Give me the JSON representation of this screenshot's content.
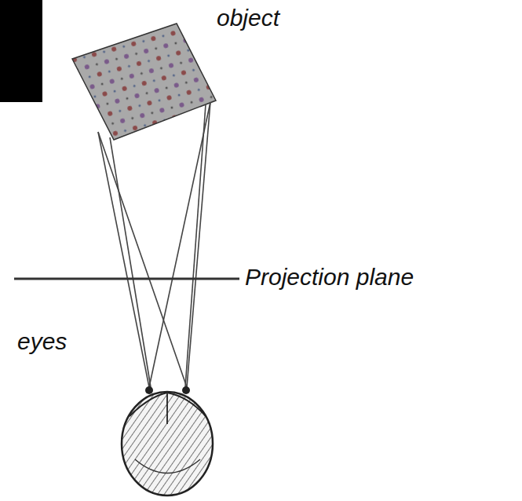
{
  "diagram": {
    "labels": [
      "object",
      "Projection plane",
      "eyes"
    ]
  }
}
